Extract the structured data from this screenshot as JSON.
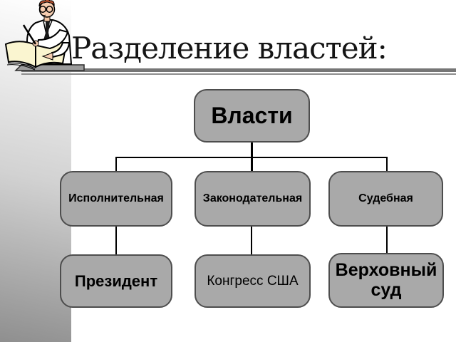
{
  "slide": {
    "title": "Разделение властей:"
  },
  "diagram": {
    "root": {
      "label": "Власти"
    },
    "level2": [
      {
        "label": "Исполнительная"
      },
      {
        "label": "Законодательная"
      },
      {
        "label": "Судебная"
      }
    ],
    "level3": [
      {
        "label": "Президент"
      },
      {
        "label": "Конгресс США"
      },
      {
        "label": "Верховный суд"
      }
    ]
  },
  "clipart": {
    "name": "man-writing-in-book"
  },
  "colors": {
    "box_fill": "#a9a9a9",
    "box_border": "#4d4d4d",
    "connector": "#000000",
    "rule": "#767676",
    "strip_gradient_start": "#ffffff",
    "strip_gradient_end": "#8f8f8f",
    "title_text": "#151515",
    "book_page": "#faf5d0",
    "hair": "#b9512f",
    "skin": "#f6cdb0"
  }
}
